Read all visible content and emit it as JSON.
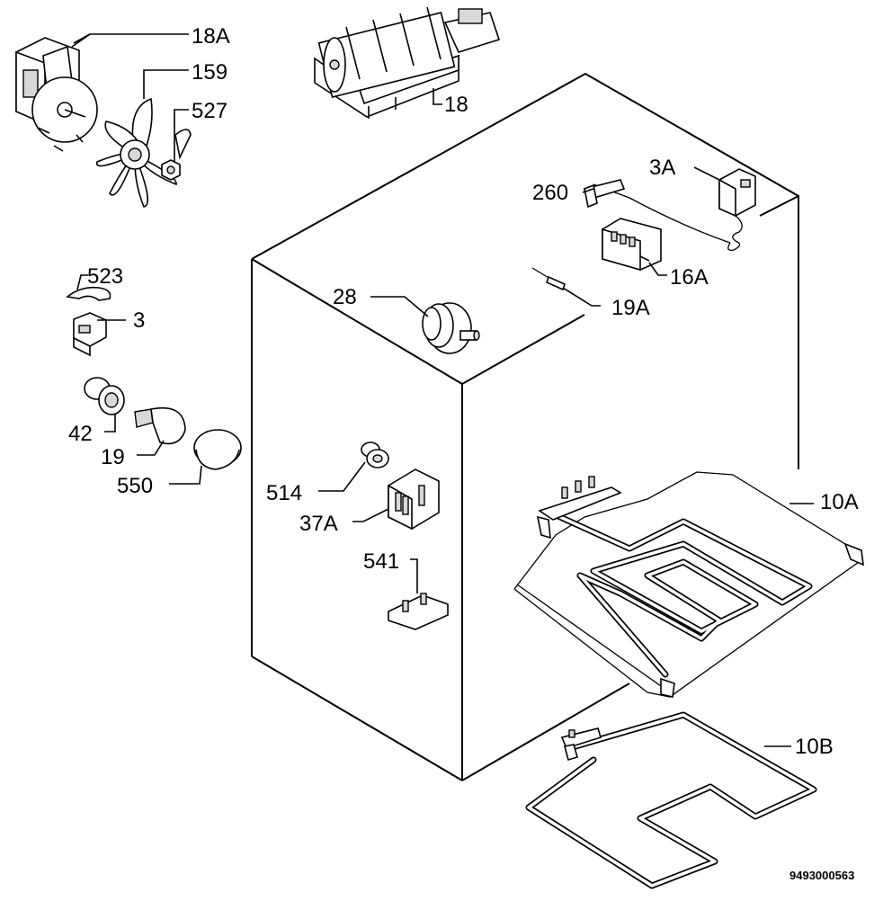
{
  "callouts": {
    "c18a": "18A",
    "c159": "159",
    "c527": "527",
    "c18": "18",
    "c3a": "3A",
    "c260": "260",
    "c16a": "16A",
    "c19a": "19A",
    "c28": "28",
    "c523": "523",
    "c3": "3",
    "c42": "42",
    "c19": "19",
    "c550": "550",
    "c514": "514",
    "c37a": "37A",
    "c541": "541",
    "c10a": "10A",
    "c10b": "10B"
  },
  "document_number": "9493000563"
}
